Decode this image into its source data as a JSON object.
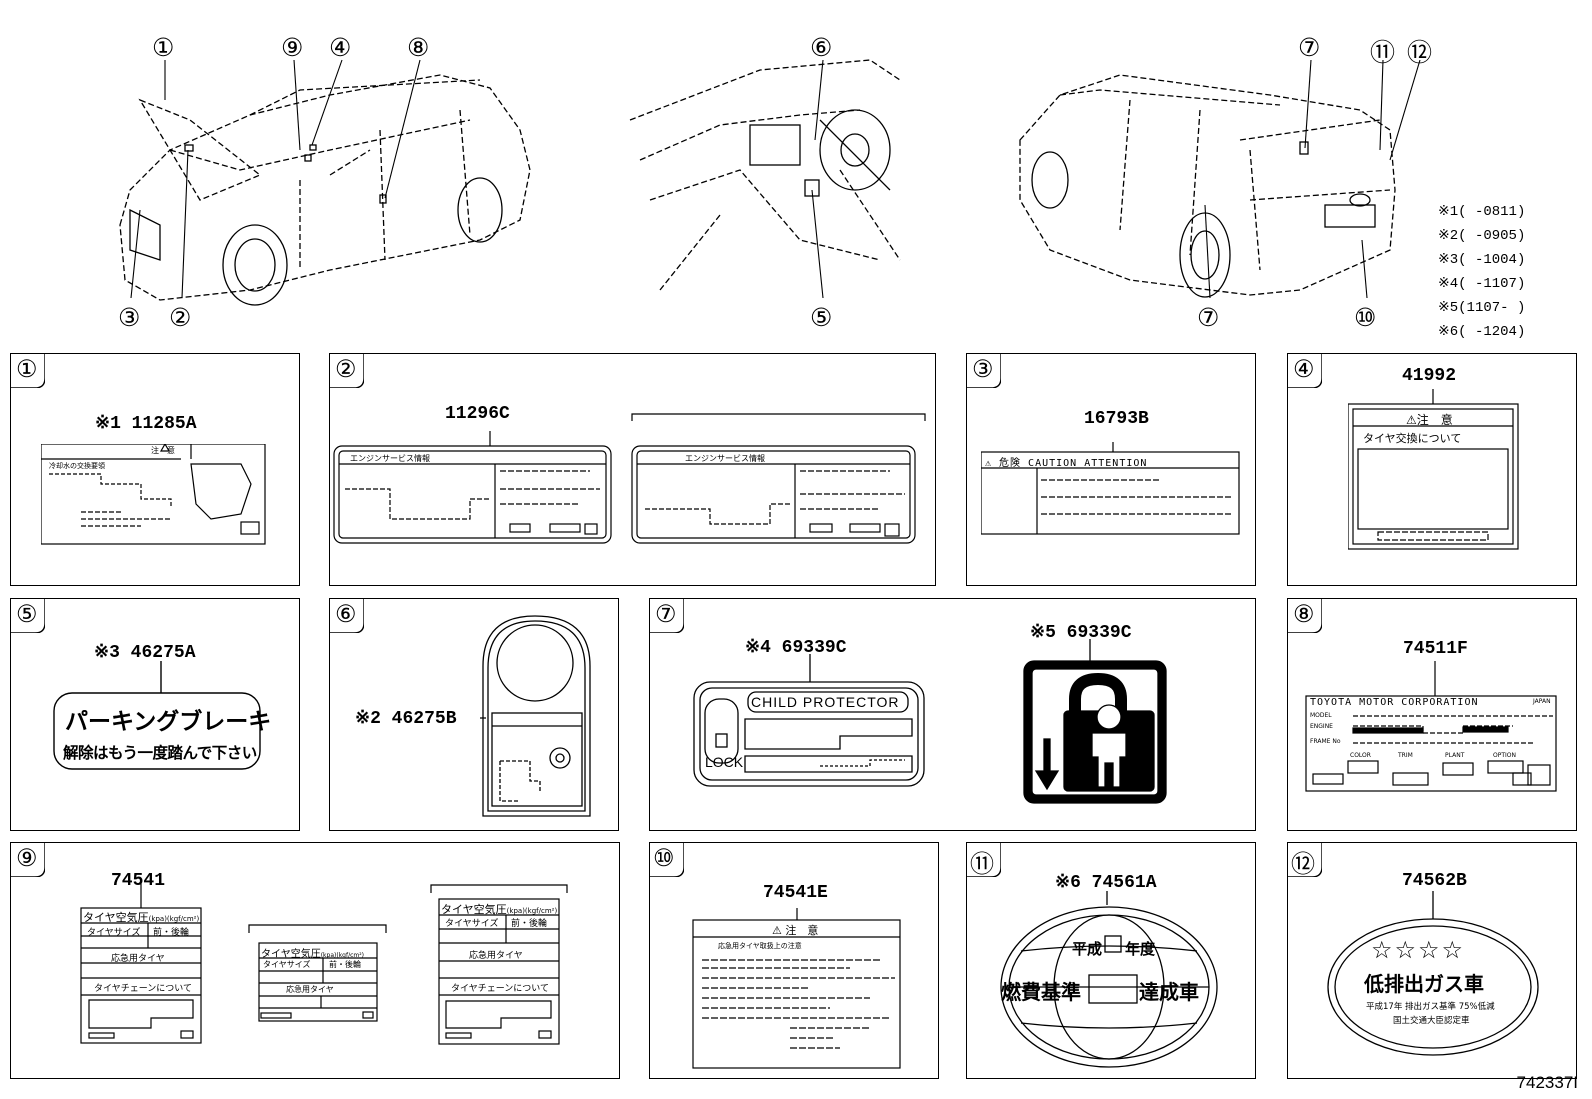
{
  "callouts": {
    "front_car": [
      "①",
      "⑨",
      "④",
      "⑧",
      "③",
      "②"
    ],
    "interior": [
      "⑥",
      "⑤"
    ],
    "rear_car": [
      "⑦",
      "⑪",
      "⑫",
      "⑦",
      "⑩"
    ]
  },
  "legend": [
    {
      "mark": "※1",
      "range": "(      -0811)"
    },
    {
      "mark": "※2",
      "range": "(      -0905)"
    },
    {
      "mark": "※3",
      "range": "(      -1004)"
    },
    {
      "mark": "※4",
      "range": "(      -1107)"
    },
    {
      "mark": "※5",
      "range": "(1107-      )"
    },
    {
      "mark": "※6",
      "range": "(      -1204)"
    }
  ],
  "panels": {
    "p1": {
      "num": "①",
      "part": "※1 11285A",
      "label_head": "注　意",
      "label_line": "冷却水の交換要領"
    },
    "p2": {
      "num": "②",
      "part": "11296C",
      "label_title_a": "エンジンサービス情報",
      "label_title_b": "エンジンサービス情報"
    },
    "p3": {
      "num": "③",
      "part": "16793B",
      "header": "⚠ 危険  CAUTION  ATTENTION"
    },
    "p4": {
      "num": "④",
      "part": "41992",
      "head": "⚠注　意",
      "sub": "タイヤ交換について"
    },
    "p5": {
      "num": "⑤",
      "part": "※3 46275A",
      "line1": "パーキングブレーキ",
      "line2": "解除はもう一度踏んで下さい"
    },
    "p6": {
      "num": "⑥",
      "part": "※2 46275B"
    },
    "p7": {
      "num": "⑦",
      "part_a": "※4 69339C",
      "part_b": "※5 69339C",
      "child_protector": "CHILD PROTECTOR",
      "lock": "LOCK"
    },
    "p8": {
      "num": "⑧",
      "part": "74511F",
      "maker": "TOYOTA MOTOR CORPORATION",
      "japan": "JAPAN",
      "model": "MODEL",
      "engine": "ENGINE",
      "frame": "FRAME No",
      "color": "COLOR",
      "trim": "TRIM",
      "plant": "PLANT",
      "option": "OPTION"
    },
    "p9": {
      "num": "⑨",
      "part": "74541",
      "title": "タイヤ空気圧",
      "unit": "(kpa)(kgf/cm²)",
      "size": "タイヤサイズ",
      "fr": "前・後輪",
      "spare": "応急用タイヤ",
      "chain": "タイヤチェーンについて"
    },
    "p10": {
      "num": "⑩",
      "part": "74541E",
      "head": "⚠ 注　意",
      "sub": "応急用タイヤ取扱上の注意"
    },
    "p11": {
      "num": "⑪",
      "part": "※6 74561A",
      "era": "平成",
      "year": "年度",
      "std": "燃費基準",
      "achieve": "達成車"
    },
    "p12": {
      "num": "⑫",
      "part": "74562B",
      "stars": "☆☆☆☆",
      "main": "低排出ガス車",
      "sub1": "平成17年 排出ガス基準 75%低減",
      "sub2": "国土交通大臣認定車"
    }
  },
  "diagram_id": "742337I"
}
